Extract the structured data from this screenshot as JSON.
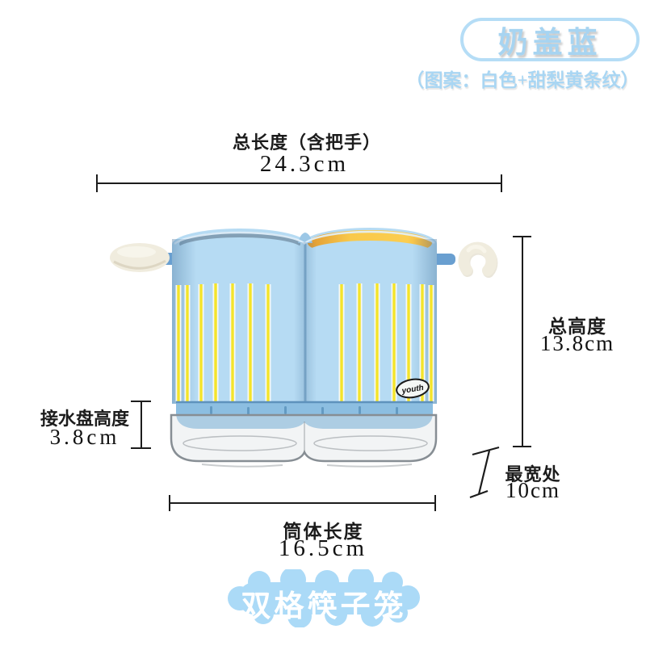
{
  "page": {
    "background_color": "#FFFFFF"
  },
  "header": {
    "color_badge_label": "奶盖蓝",
    "pattern_note": "（图案：白色+甜梨黄条纹）"
  },
  "measurements": {
    "total_length_label": "总长度（含把手）",
    "total_length_value": "24.3cm",
    "total_height_label": "总高度",
    "total_height_value": "13.8cm",
    "tray_height_label": "接水盘高度",
    "tray_height_value": "3.8cm",
    "widest_label": "最宽处",
    "widest_value": "10cm",
    "body_length_label": "筒体长度",
    "body_length_value": "16.5cm"
  },
  "product": {
    "brand_logo_text": "youth",
    "name_badge": "双格筷子笼",
    "colors": {
      "body_blue": "#B6DBF3",
      "band_blue": "#8CBEE1",
      "stripe_yellow": "#F4E42A",
      "stripe_white": "#F6F8F4",
      "inner_yellow": "#F7BE45",
      "handle_cream": "#F0ECDE",
      "label_blue": "#A7D4F1",
      "cloud_badge_blue": "#ABDAF7",
      "dimension_line_black": "#1C1C1C"
    }
  }
}
